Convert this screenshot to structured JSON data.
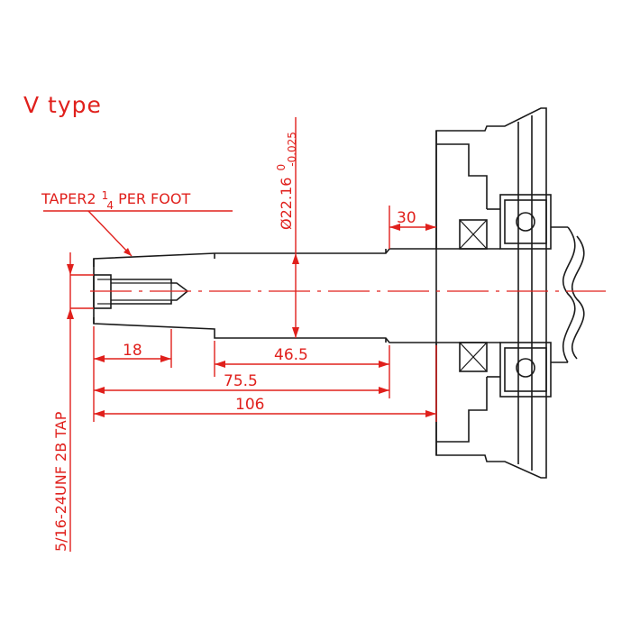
{
  "title": "V type",
  "taper_note": {
    "prefix": "TAPER2",
    "fraction_num": "1",
    "fraction_den": "4",
    "suffix": " PER FOOT"
  },
  "diameter": {
    "symbol": "Ø",
    "value": "22.16",
    "tol_upper": "0",
    "tol_lower": "-0.025"
  },
  "dims": {
    "d30": "30",
    "d18": "18",
    "d46_5": "46.5",
    "d75_5": "75.5",
    "d106": "106"
  },
  "tap_note": "5/16-24UNF 2B TAP",
  "colors": {
    "dimension": "#e0201c",
    "outline": "#1a1a1a"
  }
}
